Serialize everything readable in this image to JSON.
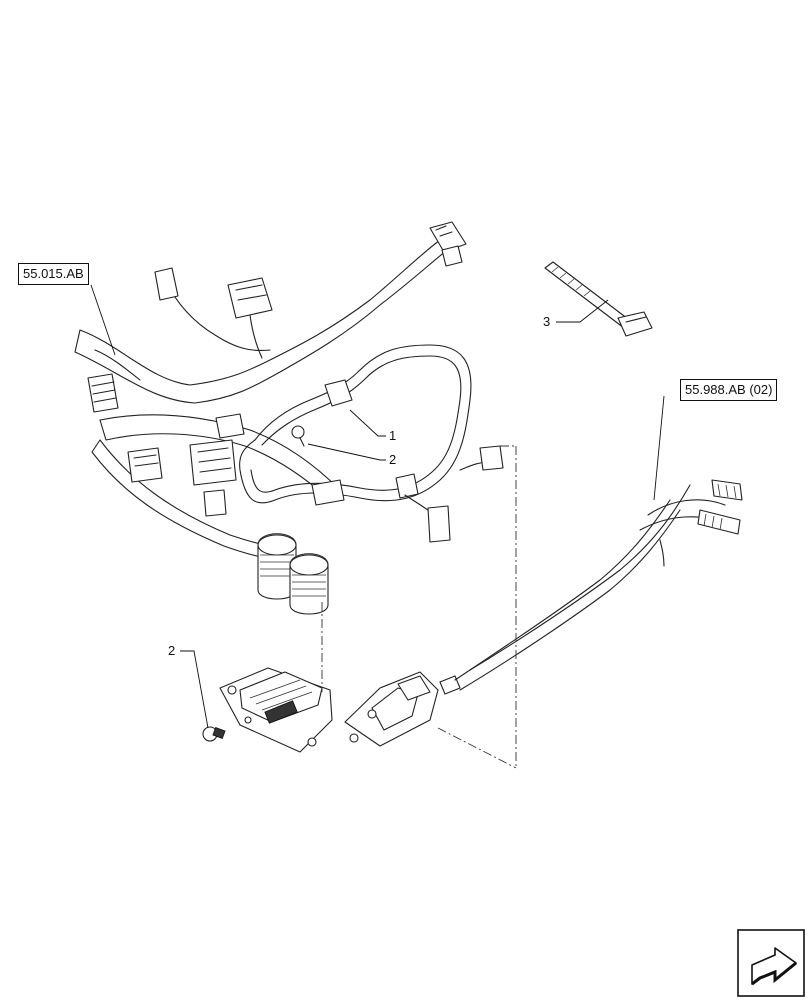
{
  "references": {
    "harness_ref": "55.015.AB",
    "sensor_ref": "55.988.AB (02)"
  },
  "callouts": {
    "item1": "1",
    "item2_upper": "2",
    "item2_lower": "2",
    "item3": "3"
  },
  "icons": {
    "nav": "next-page-arrow-icon"
  }
}
